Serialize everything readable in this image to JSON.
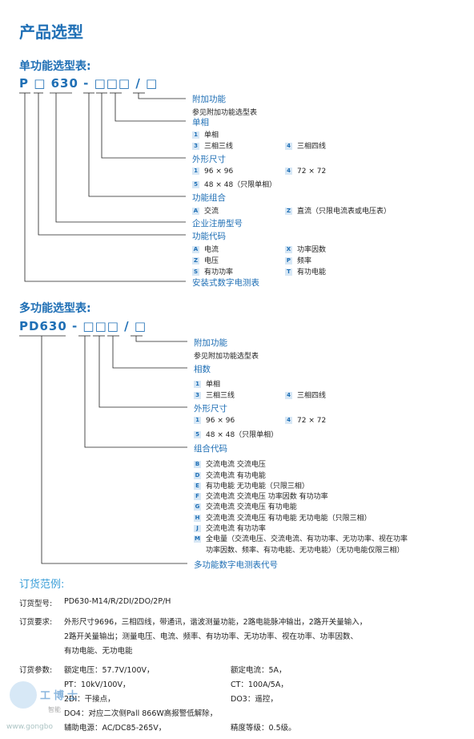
{
  "page_title": "产品选型",
  "single": {
    "heading": "单功能选型表:",
    "code": "P □ 630 - □□□ / □",
    "sections": [
      {
        "label": "附加功能",
        "note": "参见附加功能选型表"
      },
      {
        "label": "单相",
        "items": [
          {
            "key": "1",
            "text": "单相"
          },
          {
            "key": "3",
            "text": "三相三线"
          },
          {
            "key": "4",
            "text": "三相四线"
          }
        ]
      },
      {
        "label": "外形尺寸",
        "items": [
          {
            "key": "1",
            "text": "96 × 96"
          },
          {
            "key": "4",
            "text": "72 × 72"
          },
          {
            "key": "5",
            "text": "48 × 48（只限单相）"
          }
        ]
      },
      {
        "label": "功能组合",
        "items": [
          {
            "key": "A",
            "text": "交流"
          },
          {
            "key": "Z",
            "text": "直流（只限电流表或电压表）"
          }
        ]
      },
      {
        "label": "企业注册型号"
      },
      {
        "label": "功能代码",
        "items": [
          {
            "key": "A",
            "text": "电流"
          },
          {
            "key": "X",
            "text": "功率因数"
          },
          {
            "key": "Z",
            "text": "电压"
          },
          {
            "key": "P",
            "text": "频率"
          },
          {
            "key": "S",
            "text": "有功功率"
          },
          {
            "key": "T",
            "text": "有功电能"
          }
        ]
      },
      {
        "label": "安装式数字电测表"
      }
    ]
  },
  "multi": {
    "heading": "多功能选型表:",
    "code": "PD630 - □□□ / □",
    "sections": [
      {
        "label": "附加功能",
        "note": "参见附加功能选型表"
      },
      {
        "label": "相数",
        "items": [
          {
            "key": "1",
            "text": "单相"
          },
          {
            "key": "3",
            "text": "三相三线"
          },
          {
            "key": "4",
            "text": "三相四线"
          }
        ]
      },
      {
        "label": "外形尺寸",
        "items": [
          {
            "key": "1",
            "text": "96 × 96"
          },
          {
            "key": "4",
            "text": "72 × 72"
          },
          {
            "key": "5",
            "text": "48 × 48（只限单相）"
          }
        ]
      },
      {
        "label": "组合代码",
        "items": [
          {
            "key": "B",
            "text": "交流电流  交流电压"
          },
          {
            "key": "D",
            "text": "交流电流  有功电能"
          },
          {
            "key": "E",
            "text": "有功电能  无功电能（只限三相）"
          },
          {
            "key": "F",
            "text": "交流电流  交流电压  功率因数  有功功率"
          },
          {
            "key": "G",
            "text": "交流电流  交流电压  有功电能"
          },
          {
            "key": "H",
            "text": "交流电流  交流电压  有功电能  无功电能（只限三相）"
          },
          {
            "key": "J",
            "text": "交流电流  有功功率"
          },
          {
            "key": "M",
            "text": "全电量（交流电压、交流电流、有功功率、无功功率、视在功率"
          },
          {
            "key": "",
            "text": "功率因数、频率、有功电能、无功电能）（无功电能仅限三相）"
          }
        ]
      },
      {
        "label": "多功能数字电测表代号"
      }
    ]
  },
  "order": {
    "title": "订货范例:",
    "model_label": "订货型号:",
    "model_value": "PD630-M14/R/2DI/2DO/2P/H",
    "req_label": "订货要求:",
    "req_line1": "外形尺寸9696，三相四线，带通讯，谐波测量功能，2路电能脉冲输出，2路开关量输入，",
    "req_line2": "2路开关量输出；测量电压、电流、频率、有功功率、无功功率、视在功率、功率因数、",
    "req_line3": "有功电能、无功电能",
    "param_label": "订货参数:",
    "params": [
      {
        "left": "额定电压：57.7V/100V，",
        "right": "额定电流：5A，"
      },
      {
        "left": "PT：10kV/100V，",
        "right": "CT：100A/5A，"
      },
      {
        "left": "2DI：干接点，",
        "right": "DO3：遥控，"
      },
      {
        "left": "DO4：对应二次侧Pall 866W高报警低解除，",
        "right": ""
      },
      {
        "left": "辅助电源：AC/DC85-265V，",
        "right": "精度等级：0.5级。"
      }
    ]
  },
  "watermark": {
    "brand": "工博士",
    "sub": "智能",
    "url": "www.gongbo"
  }
}
